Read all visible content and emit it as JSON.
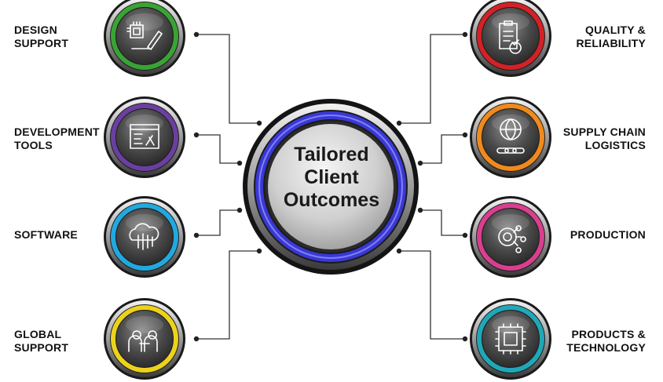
{
  "center": {
    "lines": [
      "Tailored",
      "Client",
      "Outcomes"
    ],
    "ring_color": "#3a38d6"
  },
  "nodes": [
    {
      "id": "design-support",
      "lines": [
        "DESIGN",
        "SUPPORT"
      ],
      "ring_color": "#3aa335",
      "icon": "chip-pen-icon"
    },
    {
      "id": "development-tools",
      "lines": [
        "DEVELOPMENT",
        "TOOLS"
      ],
      "ring_color": "#6a3fa0",
      "icon": "browser-tools-icon"
    },
    {
      "id": "software",
      "lines": [
        "SOFTWARE"
      ],
      "ring_color": "#21a9df",
      "icon": "cloud-data-icon"
    },
    {
      "id": "global-support",
      "lines": [
        "GLOBAL",
        "SUPPORT"
      ],
      "ring_color": "#ecd21b",
      "icon": "people-support-icon"
    },
    {
      "id": "quality-reliability",
      "lines": [
        "QUALITY &",
        "RELIABILITY"
      ],
      "ring_color": "#d42126",
      "icon": "checklist-icon"
    },
    {
      "id": "supply-chain-logistics",
      "lines": [
        "SUPPLY CHAIN",
        "LOGISTICS"
      ],
      "ring_color": "#f08a1c",
      "icon": "globe-chain-icon"
    },
    {
      "id": "production",
      "lines": [
        "PRODUCTION"
      ],
      "ring_color": "#d93f8f",
      "icon": "gear-network-icon"
    },
    {
      "id": "products-technology",
      "lines": [
        "PRODUCTS &",
        "TECHNOLOGY"
      ],
      "ring_color": "#1fa8b8",
      "icon": "circuit-chip-icon"
    }
  ]
}
